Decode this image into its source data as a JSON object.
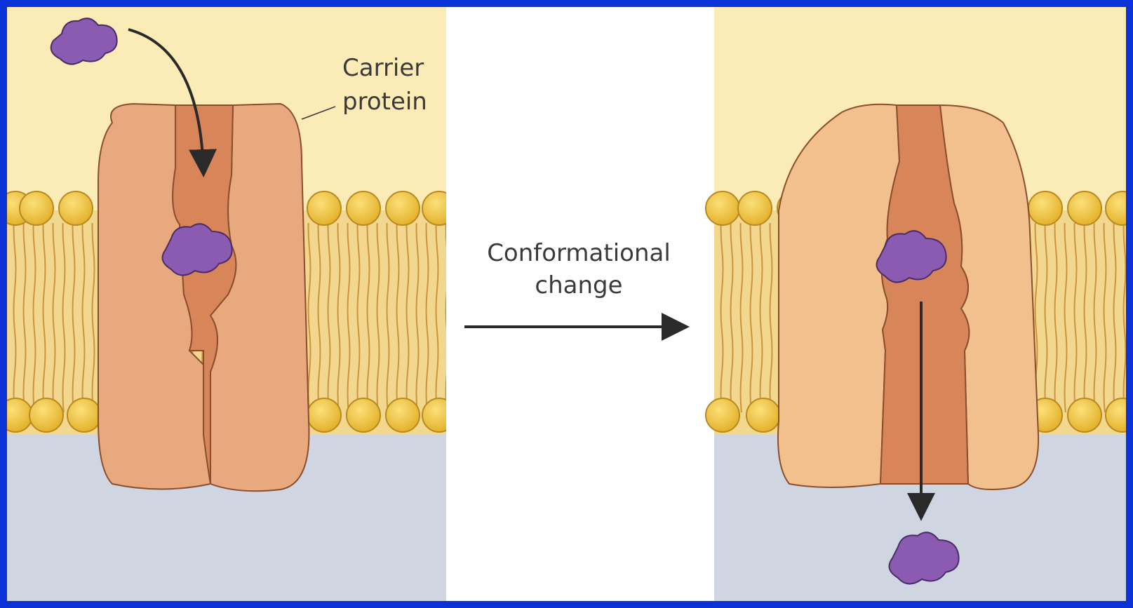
{
  "labels": {
    "carrier_protein_line1": "Carrier",
    "carrier_protein_line2": "protein",
    "conformational_change_line1": "Conformational",
    "conformational_change_line2": "change"
  },
  "colors": {
    "frame": "#0a32d6",
    "outside": "#fbecb7",
    "inside": "#cfd6e2",
    "middle_panel": "#ffffff",
    "lipid_head": "#f3c940",
    "lipid_tail": "#c98d33",
    "protein_state1": "#e9a97f",
    "protein_state2": "#f2c08d",
    "channel": "#d8855a",
    "solute": "#8a5bb0",
    "arrow": "#2a2a2a"
  }
}
